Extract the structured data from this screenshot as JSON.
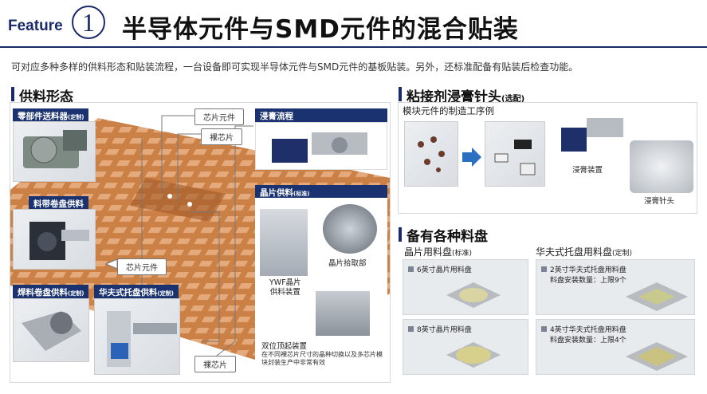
{
  "header": {
    "feature_label": "Feature",
    "feature_number": "1",
    "title": "半导体元件与SMD元件的混合贴装"
  },
  "intro": "可对应多种多样的供料形态和贴装流程，一台设备即可实现半导体元件与SMD元件的基板贴装。另外，还标准配备有贴装后检查功能。",
  "left": {
    "title": "供料形态",
    "parts_feeder": {
      "label": "零部件送料器",
      "note": "(定制)"
    },
    "tape_reel": {
      "label": "料带卷盘供料"
    },
    "solder_reel": {
      "label": "焊料卷盘供料",
      "note": "(定制)"
    },
    "waffle": {
      "label": "华夫式托盘供料",
      "note": "(定制)"
    },
    "dip": {
      "label": "浸膏流程"
    },
    "wafer": {
      "label": "晶片供料",
      "note": "(标准)"
    },
    "tags": {
      "chip_part_1": "芯片元件",
      "bare_chip_1": "裸芯片",
      "chip_part_2": "芯片元件",
      "bare_chip_2": "裸芯片"
    },
    "ywf_caption": "YWF晶片\n供料装置",
    "pickup_caption": "晶片拾取部",
    "ejector_title": "双位顶起装置",
    "ejector_desc": "在不同裸芯片尺寸的晶种切换以及多芯片模块封装生产中非常有效"
  },
  "right_top": {
    "title": "粘接剂浸膏针头",
    "note": "(选配)",
    "subtitle": "模块元件的制造工序例",
    "device_caption": "浸膏装置",
    "pin_caption": "浸膏针头"
  },
  "right_bottom": {
    "title": "备有各种料盘",
    "wafer_col": {
      "title": "晶片用料盘",
      "note": "(标准)",
      "items": [
        "6英寸晶片用料盘",
        "8英寸晶片用料盘"
      ]
    },
    "waffle_col": {
      "title": "华夫式托盘用料盘",
      "note": "(定制)",
      "items": [
        {
          "name": "2英寸华夫式托盘用料盘",
          "qty": "料盘安装数量：上限9个"
        },
        {
          "name": "4英寸华夫式托盘用料盘",
          "qty": "料盘安装数量：上限4个"
        }
      ]
    }
  },
  "colors": {
    "navy": "#1a3270",
    "copper": "#c8793c",
    "arrow_blue": "#2a6fc0"
  }
}
